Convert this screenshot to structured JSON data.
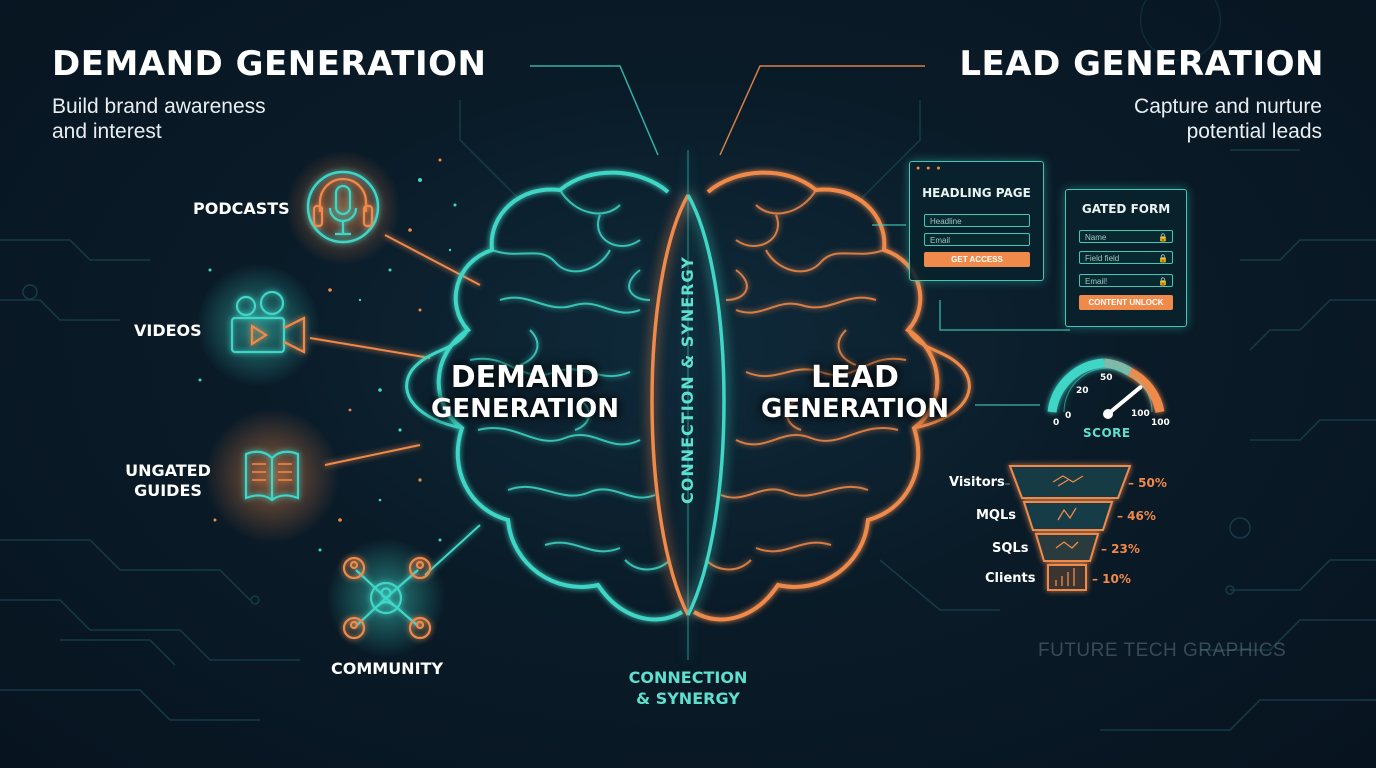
{
  "left": {
    "title": "DEMAND GENERATION",
    "subtitle_line1": "Build brand awareness",
    "subtitle_line2": "and interest",
    "channels": [
      {
        "label": "PODCASTS",
        "icon": "podcast-mic-icon"
      },
      {
        "label": "VIDEOS",
        "icon": "video-camera-icon"
      },
      {
        "label_line1": "UNGATED",
        "label_line2": "GUIDES",
        "icon": "open-book-icon"
      },
      {
        "label": "COMMUNITY",
        "icon": "community-network-icon"
      }
    ]
  },
  "right": {
    "title": "LEAD GENERATION",
    "subtitle_line1": "Capture and nurture",
    "subtitle_line2": "potential leads"
  },
  "brain": {
    "left_line1": "DEMAND",
    "left_line2": "GENERATION",
    "right_line1": "LEAD",
    "right_line2": "GENERATION",
    "center_vertical": "CONNECTION & SYNERGY",
    "bottom_line1": "CONNECTION",
    "bottom_line2": "& SYNERGY"
  },
  "landing_card": {
    "title": "HEADLING PAGE",
    "field1": "Headline",
    "field2": "Email",
    "button": "GET ACCESS"
  },
  "gated_form": {
    "title": "GATED FORM",
    "field1": "Name",
    "field2": "Field field",
    "field3": "Email!",
    "button": "CONTENT UNLOCK"
  },
  "gauge": {
    "label": "SCORE",
    "ticks": [
      "0",
      "20",
      "50",
      "100",
      "0",
      "100"
    ],
    "value_percent": 78
  },
  "funnel": [
    {
      "stage": "Visitors",
      "percent": "– 50%"
    },
    {
      "stage": "MQLs",
      "percent": "– 46%"
    },
    {
      "stage": "SQLs",
      "percent": "– 23%"
    },
    {
      "stage": "Clients",
      "percent": "– 10%"
    }
  ],
  "watermark": "FUTURE TECH GRAPHICS",
  "colors": {
    "teal": "#3fd6c6",
    "orange": "#f08a4b",
    "background": "#0a1b28"
  }
}
